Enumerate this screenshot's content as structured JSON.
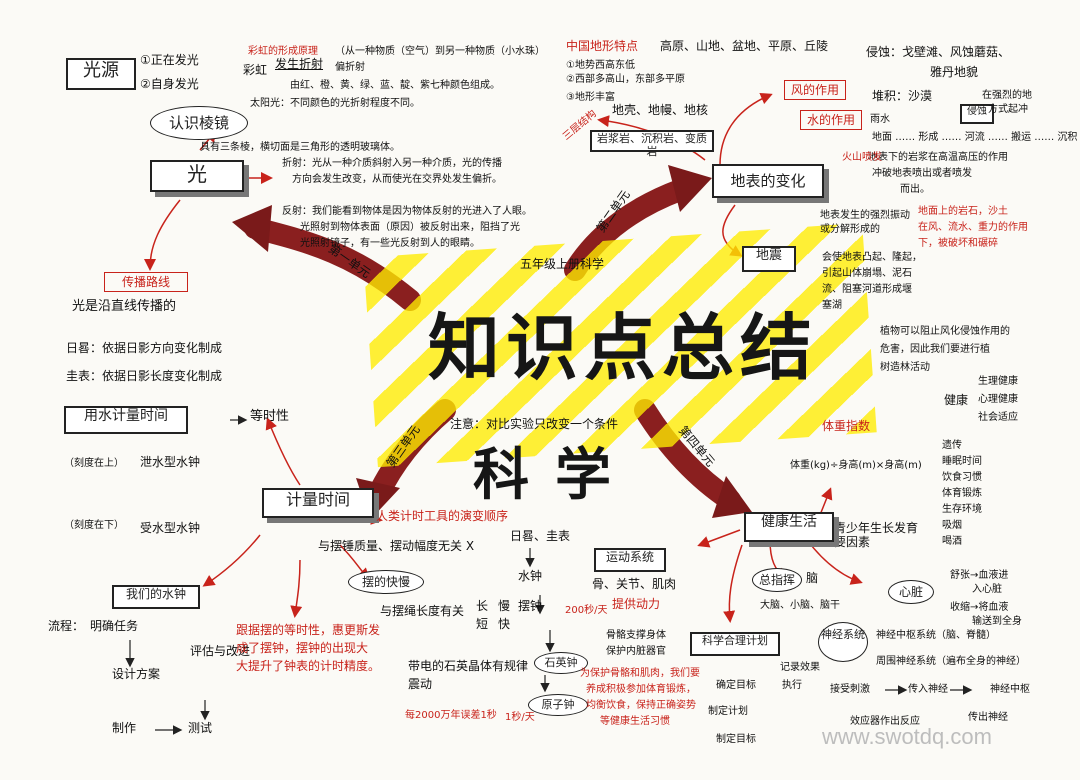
{
  "title": "知识点总结",
  "subject": "科学",
  "grade": "五年级上册科学",
  "note": "注意：对比实验只改变一个条件",
  "watermark": "www.swotdq.com",
  "units": [
    "第一单元",
    "第二单元",
    "第三单元",
    "第四单元"
  ],
  "light": {
    "center": "光",
    "source_label": "光源",
    "source_items": [
      "①正在发光",
      "②自身发光"
    ],
    "prism": "认识棱镜",
    "prism_desc": "具有三条棱，横切面是三角形的透明玻璃体。",
    "dispersion_red": "彩虹的形成原理",
    "dispersion_head": "彩虹",
    "dispersion_label": "发生折射",
    "dispersion_lines": [
      "（从一种物质（空气）到另一种物质（小水珠）",
      "偏折射",
      "由红、橙、黄、绿、蓝、靛、紫七种颜色组成。",
      "太阳光：不同颜色的光折射程度不同。"
    ],
    "refraction": [
      "折射：光从一种介质斜射入另一种介质，光的传播",
      "方向会发生改变，从而使光在交界处发生偏折。"
    ],
    "reflection": [
      "反射：我们能看到物体是因为物体反射的光进入了人眼。",
      "光照射到物体表面（原因）被反射出来，阻挡了光",
      "光照射镜子，有一些光反射到人的眼睛。"
    ],
    "prop_label": "传播路线",
    "prop_text": "光是沿直线传播的",
    "sundial": "日晷：依据日影方向变化制成",
    "guibiao": "圭表：依据日影长度变化制成"
  },
  "time": {
    "center": "计量时间",
    "water_timer": "用水计量时间",
    "equal": "等时性",
    "leak_tag": "（刻度在上）",
    "leak": "泄水型水钟",
    "recv_tag": "（刻度在下）",
    "recv": "受水型水钟",
    "our_clock": "我们的水钟",
    "flow_label": "流程：",
    "flow": [
      "明确任务",
      "设计方案",
      "评估与改进",
      "制作",
      "测试"
    ],
    "pendulum_rel": "与摆锤质量、摆动幅度无关 X",
    "pendulum_speed": "摆的快慢",
    "pendulum_len": "与摆绳长度有关",
    "len_labels": [
      "长",
      "短"
    ],
    "speed_labels": [
      "慢",
      "快"
    ],
    "history_note": "人类计时工具的演变顺序",
    "chain": [
      "日晷、圭表",
      "水钟",
      "摆钟",
      "石英钟",
      "原子钟"
    ],
    "pendulum_err": "200秒/天",
    "quartz_err": "1秒/天",
    "atomic_err": "每2000万年误差1秒",
    "quartz_desc": [
      "带电的石英晶体有规律",
      "震动"
    ],
    "galileo": [
      "跟据摆的等时性，惠更斯发",
      "成了摆钟，摆钟的出现大",
      "大提升了钟表的计时精度。"
    ]
  },
  "earth": {
    "center": "地表的变化",
    "china_head": "中国地形特点",
    "china_forms": "高原、山地、盆地、平原、丘陵",
    "china_items": [
      "①地势西高东低",
      "②西部多高山，东部多平原",
      "③地形丰富"
    ],
    "layers_tag": "三层结构",
    "layers": "地壳、地幔、地核",
    "rocks": "岩浆岩、沉积岩、变质岩",
    "wind": "风的作用",
    "water": "水的作用",
    "erosion": [
      "侵蚀：戈壁滩、风蚀蘑菇、",
      "雅丹地貌"
    ],
    "deposit": "堆积：沙漠",
    "erosion_tag": "侵蚀",
    "erosion_note": [
      "在强烈的地",
      "方式起冲"
    ],
    "rain_lines": [
      "雨水",
      "地面 …… 形成 …… 河流 …… 搬运 …… 沉积"
    ],
    "rock_weather": [
      "地表下的岩浆在高温高压的作用",
      "冲破地表喷出或者喷发",
      "而出。"
    ],
    "rock_weather_r": [
      "地面上的岩石，沙土",
      "在风、流水、重力的作用",
      "下，被破坏和碾碎"
    ],
    "volcano": "火山喷发",
    "quake": "地震",
    "quake_desc": [
      "地表发生的强烈振动",
      "或分解形成的"
    ],
    "quake_effects": [
      "会使地表凸起、隆起，",
      "引起山体崩塌、泥石",
      "流、阻塞河道形成堰",
      "塞湖"
    ],
    "plants": [
      "植物可以阻止风化侵蚀作用的",
      "危害，因此我们要进行植",
      "树造林活动"
    ]
  },
  "health": {
    "center": "健康生活",
    "health_types": "健康",
    "health_list": [
      "生理健康",
      "心理健康",
      "社会适应"
    ],
    "bmi": "体重指数",
    "bmi_formula": "体重(kg)÷身高(m)×身高(m)",
    "factors_label": "影响青少年生长发育的主要因素",
    "factors": [
      "遗传",
      "睡眠时间",
      "饮食习惯",
      "体育锻炼",
      "生存环境",
      "吸烟",
      "喝酒"
    ],
    "motion": "运动系统",
    "motion_parts": "骨、关节、肌肉",
    "motion_power": "提供动力",
    "brain": "总指挥",
    "brain_org": "脑",
    "brain_parts": "大脑、小脑、脑干",
    "heart": "心脏",
    "heart_desc": [
      "舒张→血液进",
      "入心脏",
      "收缩→将血液",
      "输送到全身"
    ],
    "nerve": "神经系统",
    "nerve_desc": [
      "神经中枢系统（脑、脊髓）",
      "周围神经系统（遍布全身的神经）"
    ],
    "nerve_flow": [
      "接受刺激",
      "传入神经",
      "神经中枢",
      "传出神经",
      "效应器作出反应"
    ],
    "plan": "科学合理计划",
    "plan_steps": [
      "确定目标",
      "制定计划",
      "制定目标",
      "执行",
      "记录效果"
    ],
    "bones": [
      "骨骼支撑身体",
      "保护内脏器官",
      "为保护骨骼和肌肉，我们要",
      "养成积极参加体育锻炼，",
      "均衡饮食，保持正确姿势",
      "等健康生活习惯"
    ]
  }
}
